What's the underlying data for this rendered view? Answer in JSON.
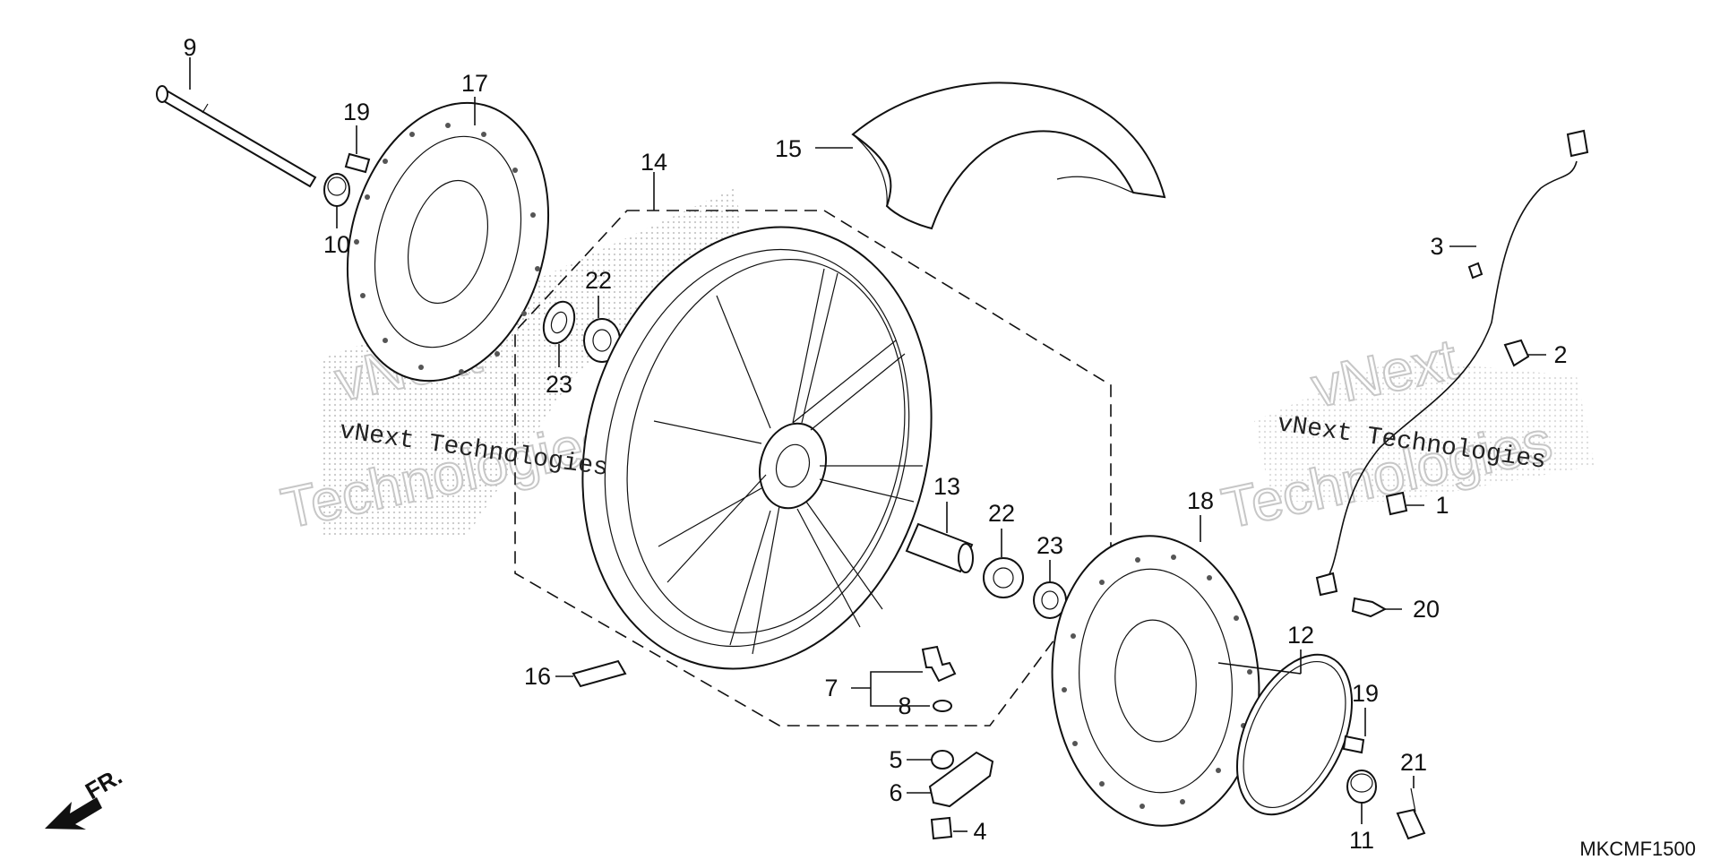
{
  "diagram_code": "MKCMF1500",
  "direction_label": "FR.",
  "watermark": {
    "brand_line": "vNext Technologies",
    "brand_word_1": "vNext",
    "brand_word_2": "Technologies"
  },
  "callouts": {
    "c1": "1",
    "c2": "2",
    "c3": "3",
    "c4": "4",
    "c5": "5",
    "c6": "6",
    "c7": "7",
    "c8": "8",
    "c9": "9",
    "c10": "10",
    "c11": "11",
    "c12": "12",
    "c13": "13",
    "c14": "14",
    "c15": "15",
    "c16": "16",
    "c17": "17",
    "c18": "18",
    "c19a": "19",
    "c19b": "19",
    "c20": "20",
    "c21": "21",
    "c22a": "22",
    "c22b": "22",
    "c23a": "23",
    "c23b": "23"
  }
}
